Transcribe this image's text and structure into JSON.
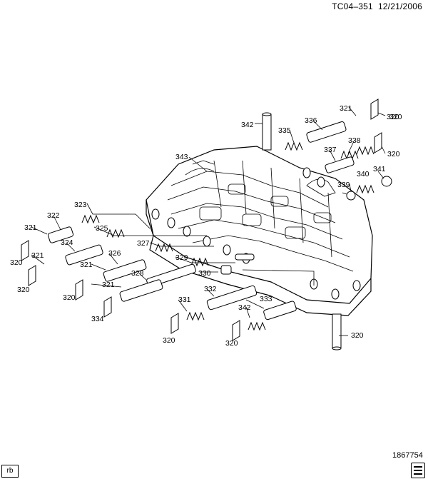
{
  "header": {
    "drawing_id": "TC04–351",
    "date": "12/21/2006"
  },
  "footer": {
    "part_number": "1867754",
    "corner_label": "rb"
  },
  "callouts": [
    "342",
    "335",
    "336",
    "321",
    "320",
    "338",
    "320",
    "343",
    "337",
    "341",
    "339",
    "340",
    "323",
    "322",
    "321",
    "325",
    "327",
    "324",
    "320",
    "321",
    "326",
    "329",
    "321",
    "320",
    "330",
    "328",
    "321",
    "332",
    "320",
    "331",
    "334",
    "333",
    "342",
    "320",
    "320",
    "320",
    "320"
  ]
}
